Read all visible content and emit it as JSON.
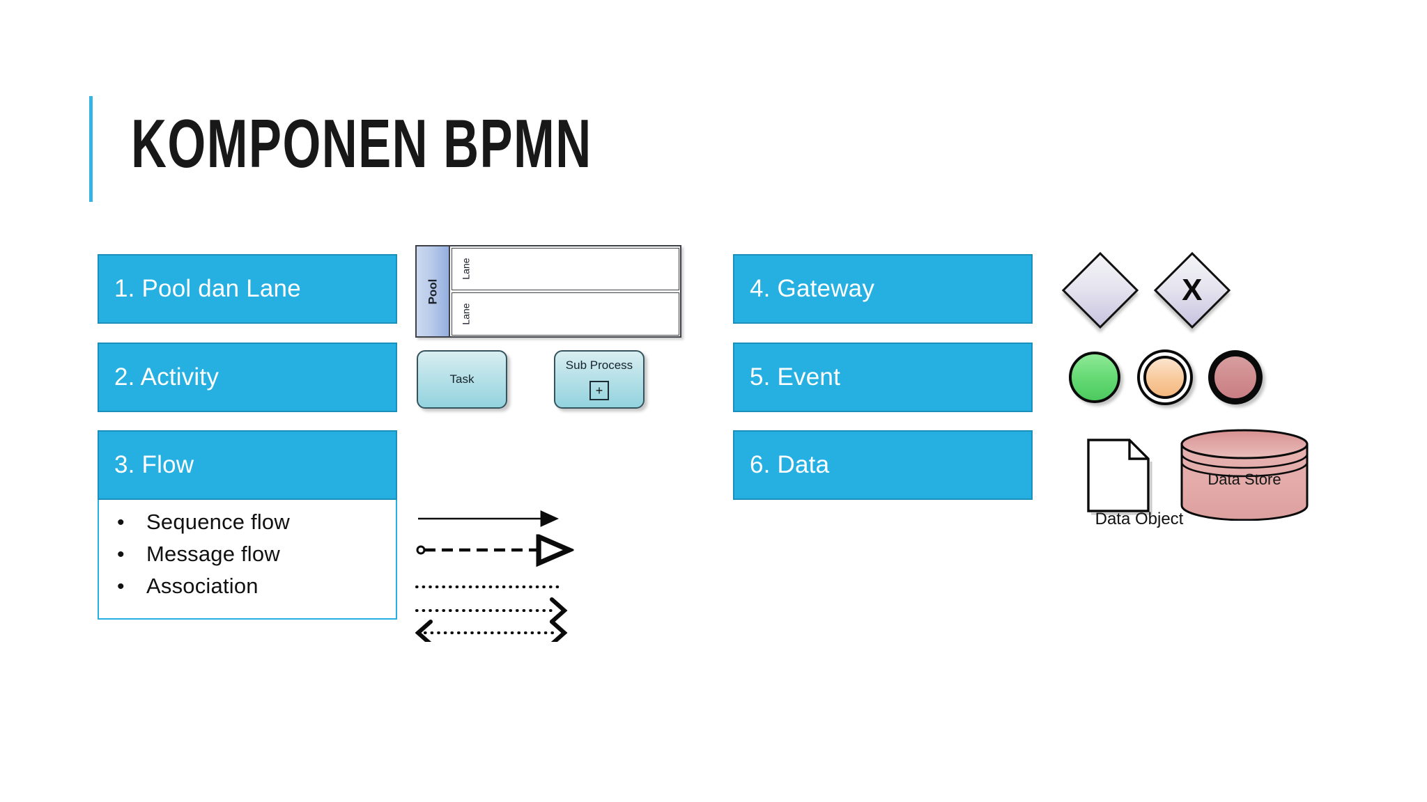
{
  "slide": {
    "title": "KOMPONEN BPMN",
    "accent_color": "#37b3e4",
    "box_fill_color": "#26b0e2",
    "box_border_color": "#1a8fba",
    "background_color": "#ffffff"
  },
  "left_column": {
    "items": [
      {
        "label": "1. Pool dan Lane"
      },
      {
        "label": "2. Activity"
      },
      {
        "label": "3. Flow"
      }
    ],
    "flow_bullets": [
      {
        "bullet": "•",
        "text": "Sequence flow"
      },
      {
        "bullet": "•",
        "text": "Message flow"
      },
      {
        "bullet": "•",
        "text": "Association"
      }
    ]
  },
  "right_column": {
    "items": [
      {
        "label": "4. Gateway"
      },
      {
        "label": "5. Event"
      },
      {
        "label": "6. Data"
      }
    ]
  },
  "pool_lane_diagram": {
    "pool_label": "Pool",
    "lanes": [
      {
        "label": "Lane"
      },
      {
        "label": "Lane"
      }
    ]
  },
  "activity_shapes": {
    "task_label": "Task",
    "subprocess_label": "Sub Process",
    "subprocess_marker": "+"
  },
  "flow_shapes": {
    "sequence_flow": "solid line with filled arrowhead",
    "message_flow": "dashed line with open circle tail and open arrowhead",
    "association_plain": "dotted line",
    "association_directed": "dotted line with open arrowhead",
    "association_bidirectional": "dotted line with open arrowheads both ends"
  },
  "gateway_shapes": {
    "plain_label": "",
    "exclusive_label": "X"
  },
  "event_shapes": {
    "start": {
      "name": "start-event",
      "color": "#63d872"
    },
    "intermediate": {
      "name": "intermediate-event",
      "color": "#f8c99b"
    },
    "end": {
      "name": "end-event",
      "color": "#d08d90"
    }
  },
  "data_shapes": {
    "data_object_caption": "Data Object",
    "data_store_label": "Data Store",
    "data_store_color": "#e0a6a6"
  }
}
